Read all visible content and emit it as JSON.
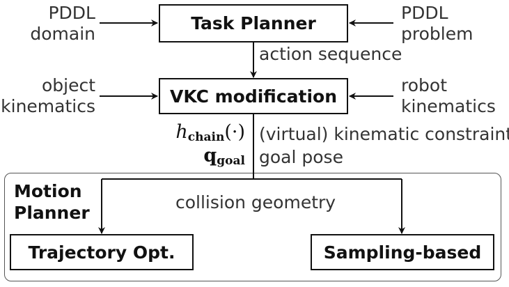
{
  "diagram": {
    "inputs": {
      "pddl_domain": [
        "PDDL",
        "domain"
      ],
      "pddl_problem": [
        "PDDL",
        "problem"
      ],
      "object_kinematics": [
        "object",
        "kinematics"
      ],
      "robot_kinematics": [
        "robot",
        "kinematics"
      ]
    },
    "boxes": {
      "task_planner": "Task Planner",
      "vkc_modification": "VKC modification",
      "trajectory_opt": "Trajectory Opt.",
      "sampling_based": "Sampling-based"
    },
    "edge_labels": {
      "action_sequence": "action sequence",
      "kinematic_constraints": "(virtual) kinematic constraints",
      "goal_pose": "goal pose",
      "collision_geometry": "collision geometry"
    },
    "math": {
      "h_base": "h",
      "h_sub": "chain",
      "h_args": "(·)",
      "q_base": "q",
      "q_sub": "goal"
    },
    "motion_planner": [
      "Motion",
      "Planner"
    ]
  }
}
